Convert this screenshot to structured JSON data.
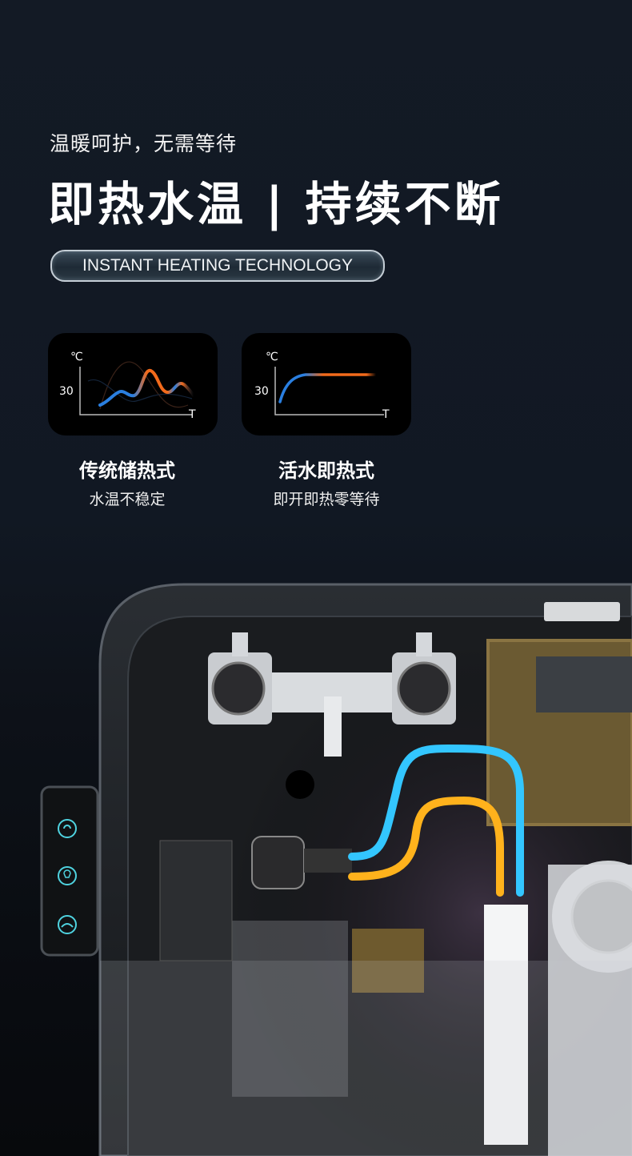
{
  "subtitle": "温暖呵护，无需等待",
  "headline": "即热水温 | 持续不断",
  "badge": "INSTANT HEATING TECHNOLOGY",
  "comparison": [
    {
      "title": "传统储热式",
      "desc": "水温不稳定",
      "y_unit": "℃",
      "y_tick": "30",
      "x_label": "T",
      "curve": "fluctuating"
    },
    {
      "title": "活水即热式",
      "desc": "即开即热零等待",
      "y_unit": "℃",
      "y_tick": "30",
      "x_label": "T",
      "curve": "rise-then-stable"
    }
  ],
  "colors": {
    "blue": "#2a7fe0",
    "orange": "#f26a1b",
    "pipe_blue": "#33c6ff",
    "pipe_yellow": "#ffb21c"
  },
  "product": {
    "panel_icons": [
      "water-swirl-icon",
      "bulb-icon",
      "hand-wash-icon"
    ]
  }
}
